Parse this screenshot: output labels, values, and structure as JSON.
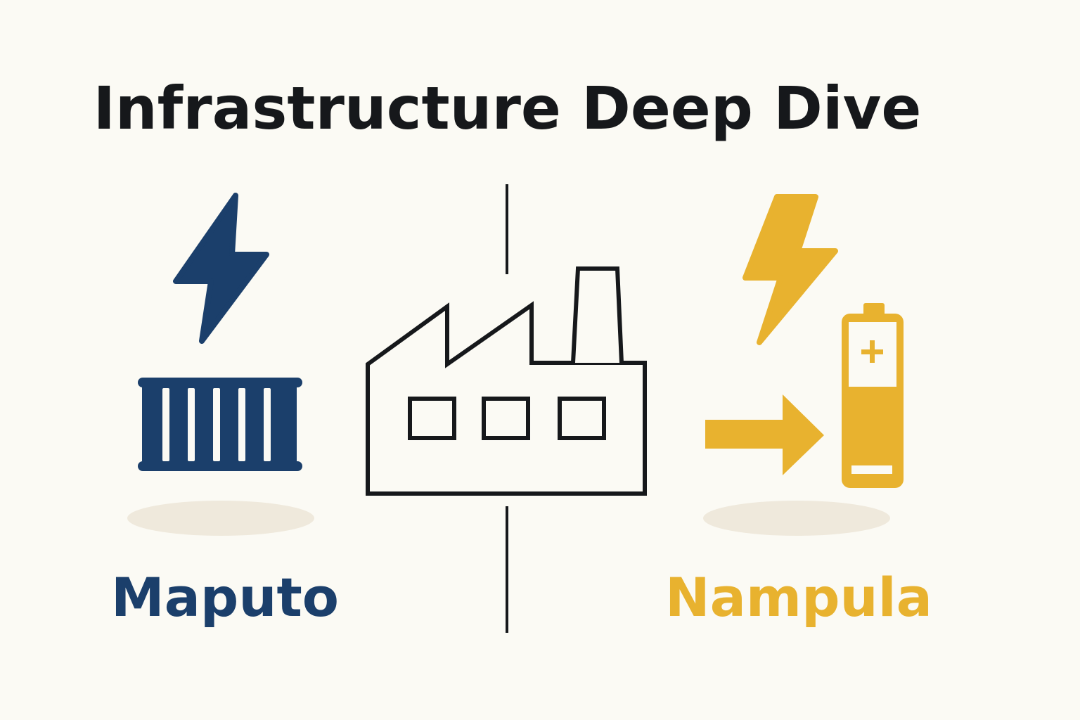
{
  "title": "Infrastructure Deep Dive",
  "left": {
    "city": "Maputo",
    "color": "#1B3F6B",
    "icons": [
      "lightning-bolt-icon",
      "shipping-container-icon"
    ]
  },
  "center": {
    "icons": [
      "factory-icon"
    ],
    "line_color": "#16181B"
  },
  "right": {
    "city": "Nampula",
    "color": "#E8B22F",
    "icons": [
      "lightning-bolt-icon",
      "arrow-right-icon",
      "battery-icon"
    ]
  },
  "colors": {
    "background": "#FBFAF4",
    "shadow": "#EFE9DC",
    "text": "#16181B"
  }
}
